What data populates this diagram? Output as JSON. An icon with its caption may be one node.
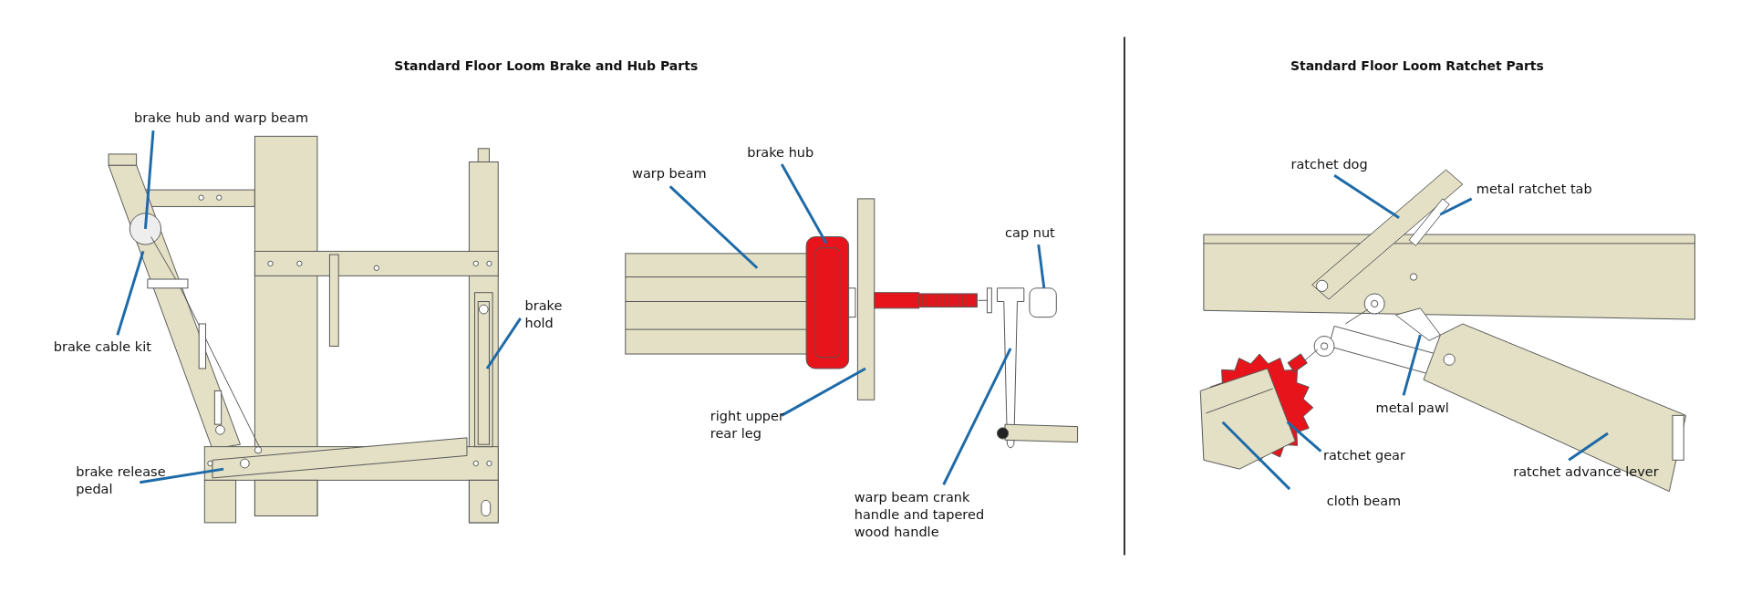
{
  "diagram": {
    "nodes": [
      {
        "text": [
          "brake hub and warp beam"
        ]
      },
      {
        "text": [
          "brake cable kit"
        ]
      },
      {
        "text": [
          "brake hold"
        ]
      },
      {
        "text": [
          "brake release pedal"
        ]
      },
      {
        "text": [
          "warp beam"
        ]
      },
      {
        "text": [
          "brake hub"
        ]
      },
      {
        "text": [
          "right upper rear leg"
        ]
      },
      {
        "text": [
          "cap nut"
        ]
      },
      {
        "text": [
          "warp beam crank handle and tapered wood handle"
        ]
      },
      {
        "text": [
          "ratchet dog"
        ]
      },
      {
        "text": [
          "metal ratchet tab"
        ]
      },
      {
        "text": [
          "metal pawl"
        ]
      },
      {
        "text": [
          "ratchet gear"
        ]
      },
      {
        "text": [
          "cloth beam"
        ]
      },
      {
        "text": [
          "ratchet advance lever"
        ]
      }
    ],
    "edges": [
      {
        "from": 0,
        "to": null,
        "arrow": "none"
      },
      {
        "from": 1,
        "to": null,
        "arrow": "none"
      },
      {
        "from": 2,
        "to": null,
        "arrow": "none"
      },
      {
        "from": 3,
        "to": null,
        "arrow": "none"
      },
      {
        "from": 4,
        "to": null,
        "arrow": "none"
      },
      {
        "from": 5,
        "to": null,
        "arrow": "none"
      },
      {
        "from": 6,
        "to": null,
        "arrow": "none"
      },
      {
        "from": 7,
        "to": null,
        "arrow": "none"
      },
      {
        "from": 8,
        "to": null,
        "arrow": "none"
      },
      {
        "from": 9,
        "to": null,
        "arrow": "none"
      },
      {
        "from": 10,
        "to": null,
        "arrow": "none"
      },
      {
        "from": 11,
        "to": null,
        "arrow": "none"
      },
      {
        "from": 12,
        "to": null,
        "arrow": "none"
      },
      {
        "from": 13,
        "to": null,
        "arrow": "none"
      },
      {
        "from": 14,
        "to": null,
        "arrow": "none"
      }
    ],
    "labels": [
      "Standard Floor Loom Brake and Hub Parts",
      "Standard Floor Loom Ratchet Parts"
    ]
  }
}
